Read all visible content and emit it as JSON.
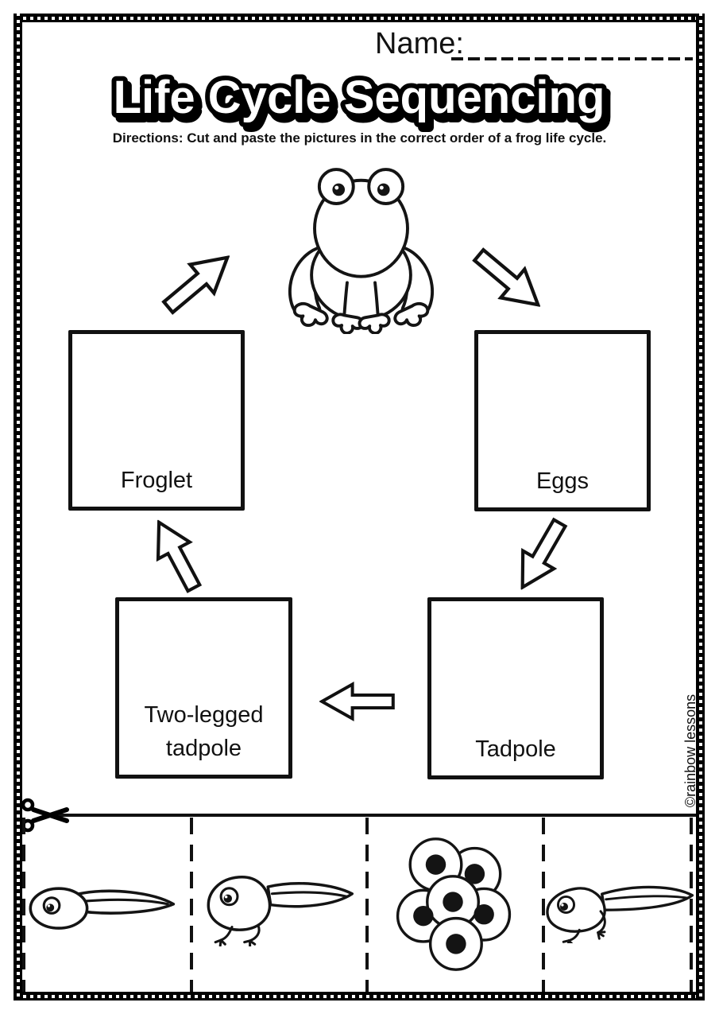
{
  "header": {
    "name_label": "Name:",
    "title": "Life Cycle Sequencing",
    "directions": "Directions: Cut and paste the pictures in the correct order of a frog life cycle."
  },
  "diagram": {
    "center_icon": "frog-icon",
    "boxes": {
      "froglet": {
        "label": "Froglet"
      },
      "eggs": {
        "label": "Eggs"
      },
      "two_legged_tadpole": {
        "label_line1": "Two-legged",
        "label_line2": "tadpole"
      },
      "tadpole": {
        "label": "Tadpole"
      }
    },
    "arrows": [
      "froglet-to-frog",
      "frog-to-eggs",
      "eggs-to-tadpole",
      "tadpole-to-two-legged-tadpole",
      "two-legged-tadpole-to-froglet"
    ]
  },
  "cut_strip": {
    "scissors_icon": "scissors-icon",
    "pieces": [
      "tadpole-icon",
      "two-legged-tadpole-icon",
      "frog-eggs-icon",
      "froglet-icon"
    ]
  },
  "footer": {
    "copyright": "©rainbow lessons"
  },
  "colors": {
    "ink": "#111111",
    "paper": "#ffffff"
  }
}
